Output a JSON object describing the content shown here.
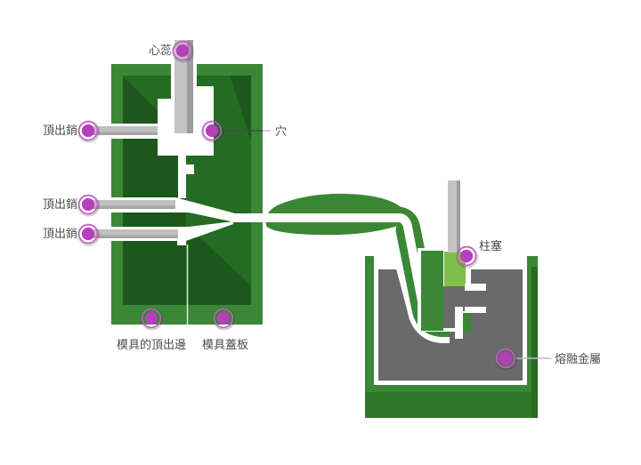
{
  "diagram": {
    "subject": "hot-chamber die casting machine schematic",
    "callouts": {
      "core": {
        "text": "心蕊"
      },
      "cavity": {
        "text": "穴"
      },
      "ejector_pin_top": {
        "text": "頂出銷"
      },
      "ejector_pin_mid": {
        "text": "頂出銷"
      },
      "ejector_pin_bottom": {
        "text": "頂出銷"
      },
      "mold_ejector_side": {
        "text": "模具的頂出邊"
      },
      "mold_cover": {
        "text": "模具蓋板"
      },
      "plunger": {
        "text": "柱塞"
      },
      "molten_metal": {
        "text": "熔融金屬"
      }
    },
    "colors": {
      "background": "#ffffff",
      "machine_green": "#3a8736",
      "mold_inner_green": "#256b24",
      "mold_shading_green": "#1c571c",
      "pot_front_green": "#2e7527",
      "plunger_light_green": "#80bf4a",
      "molten_metal_gray": "#6a6a6a",
      "core_rod_gray": "#c4c4c4",
      "ejector_pin_gray": "#bfbfbf",
      "marker_magenta": "#b73ebd",
      "marker_ring_magenta": "#c55ecb",
      "label_text_gray": "#4d4d4d",
      "leader_line_pink": "#d9a8de",
      "leader_line_dark": "#4a4a4a"
    }
  }
}
